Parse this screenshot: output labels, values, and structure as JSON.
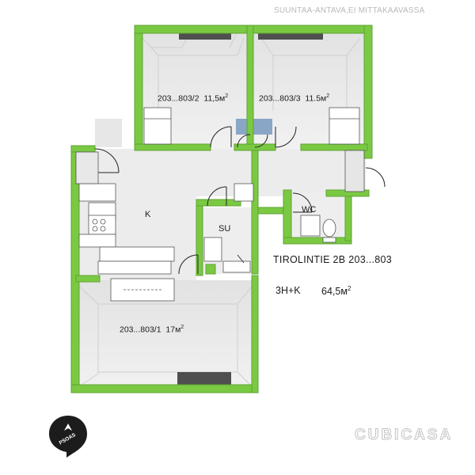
{
  "disclaimer": "SUUNTAA-ANTAVA,EI MITTAKAAVASSA",
  "address": "TIROLINTIE  2B  203...803",
  "rooms_summary": "3H+K",
  "apartment_area": {
    "value": "64,5м",
    "unit_sup": "2"
  },
  "rooms": {
    "bedroom_1": {
      "name": "203...803/1",
      "area": "17м",
      "sup": "2"
    },
    "bedroom_2": {
      "name": "203...803/2",
      "area": "11,5м",
      "sup": "2"
    },
    "bedroom_3": {
      "name": "203...803/3",
      "area": "11.5м",
      "sup": "2"
    },
    "kitchen": "K",
    "sauna": "SU",
    "wc": "WC"
  },
  "branding": {
    "logo": "CUBICASA",
    "badge": "PSOAS"
  },
  "colors": {
    "wall": "#7ac943",
    "wall_edge": "#5fa331",
    "floor": "#eeeeee",
    "shade": "#cfcfcf",
    "window": "#4f4f4f"
  }
}
